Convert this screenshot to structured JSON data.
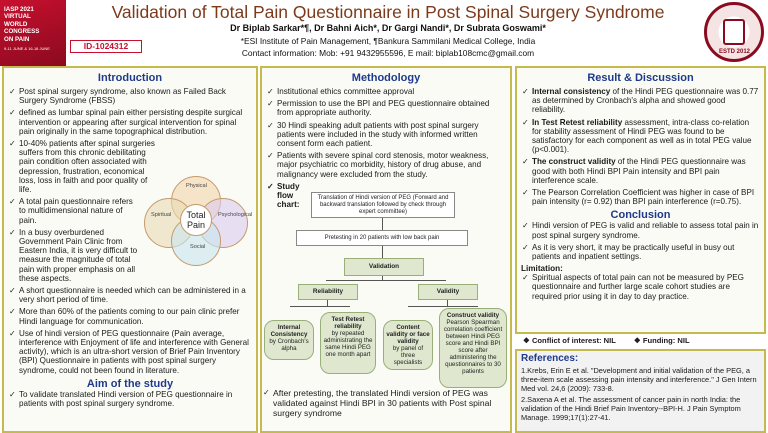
{
  "header": {
    "logo_left": [
      "IASP 2021",
      "VIRTUAL",
      "WORLD",
      "CONGRESS",
      "ON PAIN"
    ],
    "logo_left_sub": "9-11 JUNE & 16-18 JUNE",
    "title": "Validation of Total Pain Questionnaire in Post Spinal Surgery Syndrome",
    "authors": "Dr Biplab Sarkar*¶, Dr Bahni Aich*, Dr Gargi Nandi*, Dr Subrata Goswami*",
    "affiliation": "*ESI Institute of Pain Management, ¶Bankura Sammilani Medical College, India",
    "contact": "Contact information: Mob: +91 9432955596, E mail: biplab108cmc@gmail.com",
    "id": "ID-1024312",
    "logo_right_year": "ESTD 2012"
  },
  "intro": {
    "title": "Introduction",
    "items": [
      "Post spinal surgery syndrome, also known as Failed Back Surgery Syndrome (FBSS)",
      "defined as lumbar spinal pain either persisting despite surgical intervention or appearing after surgical intervention for spinal pain originally in the same topographical distribution.",
      "10-40% patients after spinal surgeries suffers from this chronic debilitating pain condition often associated with depression, frustration, economical loss, loss in faith and poor quality of life.",
      "A total pain questionnaire refers to multidimensional nature of pain.",
      "In a busy overburdened Government Pain Clinic from Eastern India, it is very difficult to measure the magnitude of total pain with proper emphasis on all these aspects.",
      "A short questionnaire is needed which can be administered in a very short period of time.",
      "More than 60% of the patients coming to our pain clinic prefer Hindi language for communication.",
      "Use of hindi version of PEG questionnaire (Pain average, interference with Enjoyment of life and interference with General activity), which is an ultra-short version of Brief Pain Inventory (BPI) Questionnaire in patients with post spinal surgery syndrome, could not been found in literature."
    ],
    "venn": {
      "physical": "Physical",
      "spiritual": "Spiritual",
      "psychological": "Psychological",
      "social": "Social",
      "center": "Total Pain"
    },
    "aim_title": "Aim of the study",
    "aim_items": [
      "To validate translated Hindi version of PEG questionnaire in patients with post spinal surgery syndrome."
    ]
  },
  "method": {
    "title": "Methodology",
    "items": [
      "Institutional ethics committee approval",
      "Permission to use the BPI and PEG questionnaire obtained from appropriate authority.",
      "30 Hindi speaking adult patients with post spinal surgery patients were included in the study with informed written consent form each patient.",
      "Patients with severe spinal cord stenosis, motor weakness, major psychiatric co morbidity, history of drug abuse, and malignancy were excluded from the study."
    ],
    "study_flow_label": "Study flow chart:",
    "flow": {
      "translation": "Translation of Hindi version of PEG (Forward and backward translation followed by check through expert committee)",
      "pretesting": "Pretesting in 20 patients with low back pain",
      "validation": "Validation",
      "reliability": "Reliability",
      "validity": "Validity",
      "ic_title": "Internal Consistency",
      "ic_body": "by Cronbach's alpha",
      "tr_title": "Test Retest reliability",
      "tr_body": "by repeated administrating the same Hindi PEG one month apart",
      "cv_title": "Content validity or face validity",
      "cv_body": "by panel of three specialists",
      "cons_title": "Construct validity",
      "cons_body": "Pearson Spearman correlation coefficient between Hindi PEG score and Hindi BPI score after administering the questionnaires to 30 patients"
    },
    "after_item": "After pretesting, the translated Hindi version of PEG was validated against Hindi BPI in 30 patients with Post spinal surgery syndrome"
  },
  "results": {
    "title": "Result & Discussion",
    "items": [
      {
        "bold": "Internal consistency",
        "text": " of the Hindi PEG questionnaire was 0.77 as determined by Cronbach's alpha and showed good reliability."
      },
      {
        "bold": "In Test Retest reliability",
        "text": " assessment, intra-class co-relation for stability assessment of Hindi PEG was found to be satisfactory for each component as well as in total PEG value (p<0.001)."
      },
      {
        "bold": "The construct validity",
        "text": " of the Hindi PEG questionnaire was good with both Hindi BPI Pain intensity and BPI pain interference scale."
      },
      {
        "bold": "",
        "text": "The Pearson Correlation Coefficient was higher in case of BPI pain intensity (r= 0.92) than BPI pain interference (r=0.75)."
      }
    ],
    "conclusion_title": "Conclusion",
    "conclusion_items": [
      "Hindi version of PEG is valid and reliable to assess total pain in post spinal surgery syndrome.",
      "As it is very short, it may be practically useful in busy out patients and inpatient settings."
    ],
    "limitation_title": "Limitation:",
    "limitation_items": [
      "Spiritual aspects of total pain can not be measured by PEG questionnaire and further large scale cohort studies are required prior using it in day to day practice."
    ]
  },
  "coi": {
    "conflict": "Conflict of interest: NIL",
    "funding": "Funding: NIL"
  },
  "references": {
    "title": "References:",
    "items": [
      "1.Krebs, Erin E et al. \"Development and initial validation of the PEG, a three-item scale assessing pain intensity and interference.\" J Gen Intern Med vol. 24,6 (2009): 733-8.",
      "2.Saxena A et al. The assessment of cancer pain in north India: the validation of the Hindi Brief Pain Inventory--BPI-H. J Pain Symptom Manage. 1999;17(1):27-41."
    ]
  },
  "colors": {
    "border": "#c6ba4e",
    "heading": "#1f3a8a",
    "title": "#7d3a1a",
    "accent_red": "#c8102e"
  }
}
